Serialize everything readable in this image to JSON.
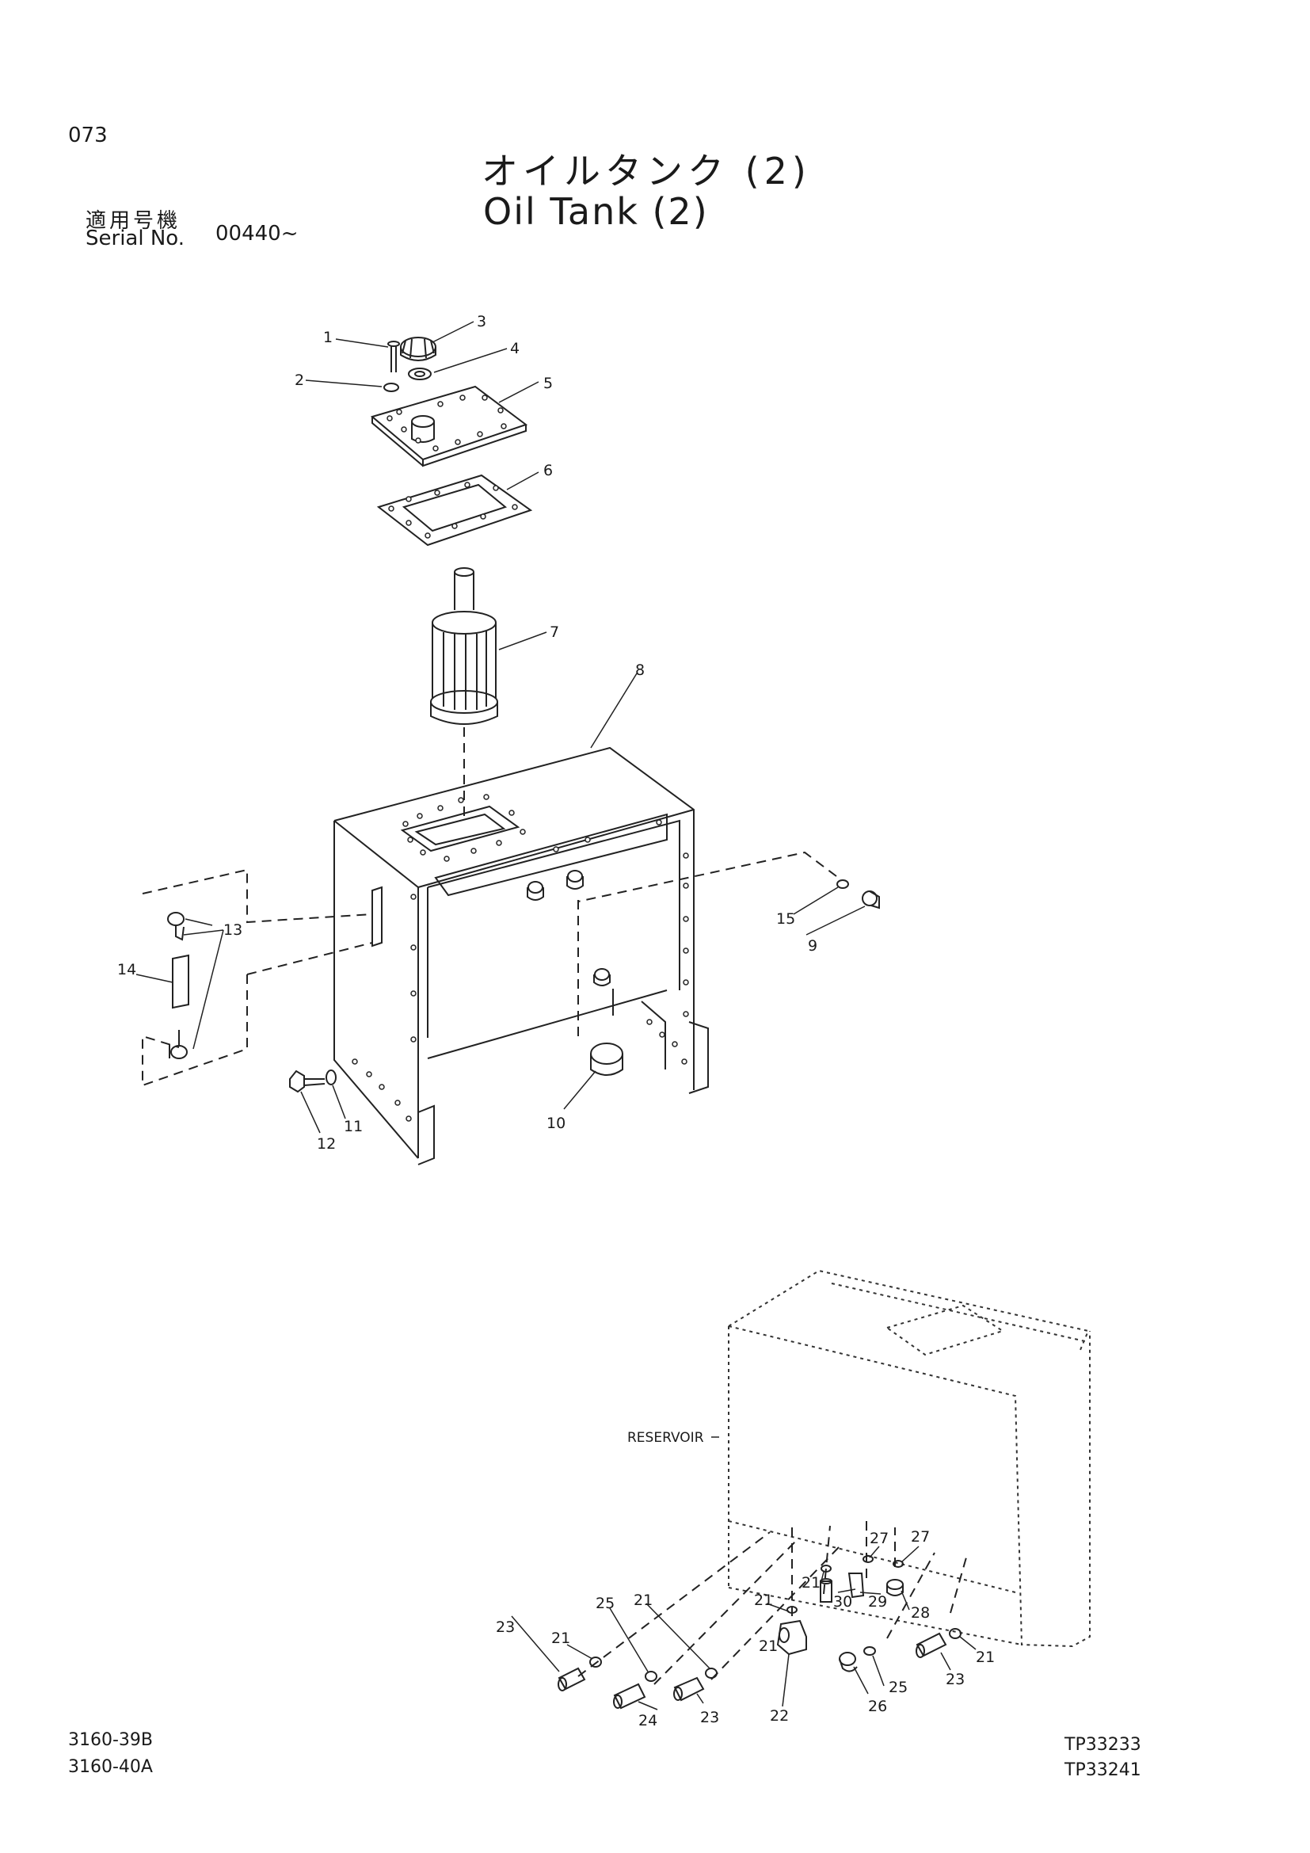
{
  "header": {
    "page_number": "073",
    "title_jp": "オイルタンク (2)",
    "title_en": "Oil Tank (2)",
    "applicable_jp": "適用号機",
    "serial_label": "Serial No.",
    "serial_value": "00440~"
  },
  "footer": {
    "codes": [
      "3160-39B",
      "3160-40A"
    ],
    "refs": [
      "TP33233",
      "TP33241"
    ]
  },
  "diagram": {
    "reservoir_label": "RESERVOIR",
    "callouts": {
      "c1": "1",
      "c2": "2",
      "c3": "3",
      "c4": "4",
      "c5": "5",
      "c6": "6",
      "c7": "7",
      "c8": "8",
      "c9": "9",
      "c10": "10",
      "c11": "11",
      "c12": "12",
      "c13": "13",
      "c14": "14",
      "c15": "15",
      "c21a": "21",
      "c21b": "21",
      "c21c": "21",
      "c21d": "21",
      "c21e": "21",
      "c21f": "21",
      "c22": "22",
      "c23a": "23",
      "c23b": "23",
      "c23c": "23",
      "c24": "24",
      "c25a": "25",
      "c25b": "25",
      "c26": "26",
      "c27a": "27",
      "c27b": "27",
      "c28": "28",
      "c29": "29",
      "c30": "30"
    }
  }
}
